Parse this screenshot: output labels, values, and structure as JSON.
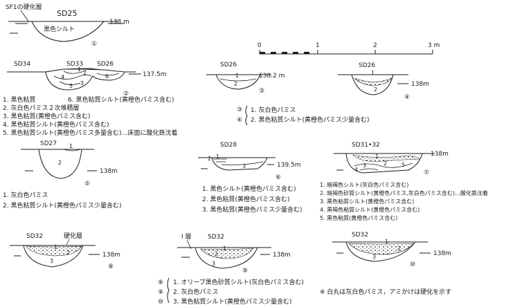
{
  "profiles": {
    "p1": {
      "name": "SF1の硬化層",
      "feature": "SD25",
      "layer": "黒色シルト",
      "level": "138 m",
      "num": "①"
    },
    "p2": {
      "f1": "SD34",
      "f2": "SD33",
      "f3": "SD26",
      "level": "137.5m",
      "num": "②",
      "layers": [
        "1",
        "2",
        "3",
        "4",
        "5",
        "6"
      ]
    },
    "p3": {
      "feature": "SD26",
      "level": "138.2 m",
      "num": "③"
    },
    "p4": {
      "feature": "SD26",
      "level": "138m",
      "num": "④"
    },
    "p5": {
      "feature": "SD27",
      "level": "138m",
      "num": "⑤"
    },
    "p6": {
      "feature": "SD28",
      "level": "139.5m",
      "num": "⑥"
    },
    "p7": {
      "feature": "SD31•32",
      "level": "138m",
      "num": "⑦"
    },
    "p8": {
      "feature": "SD32",
      "layer": "硬化層",
      "level": "138m",
      "num": "⑧"
    },
    "p9": {
      "feature": "SD32",
      "layer": "I 層",
      "level": "138m",
      "num": "⑨"
    },
    "p10": {
      "feature": "SD32",
      "level": "138m",
      "num": "⑩"
    }
  },
  "scale": {
    "ticks": [
      "0",
      "1",
      "2",
      "3 m"
    ]
  },
  "legends": {
    "p2": [
      "1. 黒色粘質",
      "2. 灰白色パミス２次堆積層",
      "3. 黒色粘質(黄橙色パミス含む)",
      "4. 黒色粘質シルト(黄橙色パミス含む)",
      "5. 黒色粘質シルト(黄橙色パミス多量含む)…床面に酸化鉄沈着"
    ],
    "p2_6": "6. 黒色粘質シルト(黄橙色パミス含む)",
    "p34": {
      "bracket": "③ ④",
      "items": [
        "1. 灰白色パミス",
        "2. 黒色粘質シルト(黄橙色パミス少量含む)"
      ]
    },
    "p5": [
      "1. 灰白色パミス",
      "2. 黒色粘質シルト(黄橙色パミス少量含む)"
    ],
    "p6": [
      "1. 黒色シルト(黄橙色パミス含む)",
      "2. 黒色粘質(黄橙色パミス含む)",
      "3. 黒色粘質(黄橙色パミス少量含む)"
    ],
    "p7": [
      "1. 暗褐色シルト(灰白色パミス含む)",
      "2. 暗褐色砂質シルト(黄橙色パミス,灰白色パミス含む)…酸化鉄沈着",
      "3. 黒色粘質シルト(黄橙色パミス含む)",
      "4. 黒褐色粘質シルト(黄橙色パミス含む)",
      "5. 黒色粘質(黄橙色パミス含む)"
    ],
    "p8910": {
      "nums": [
        "⑧",
        "⑨",
        "⑩"
      ],
      "items": [
        "1. オリーブ黒色砂質シルト(灰白色パミス含む)",
        "2. 灰白色パミス",
        "3. 黒色粘質シルト(黄橙色パミス少量含む)"
      ]
    },
    "note": "※ 白丸は灰白色パミス，アミかけは硬化を示す"
  }
}
